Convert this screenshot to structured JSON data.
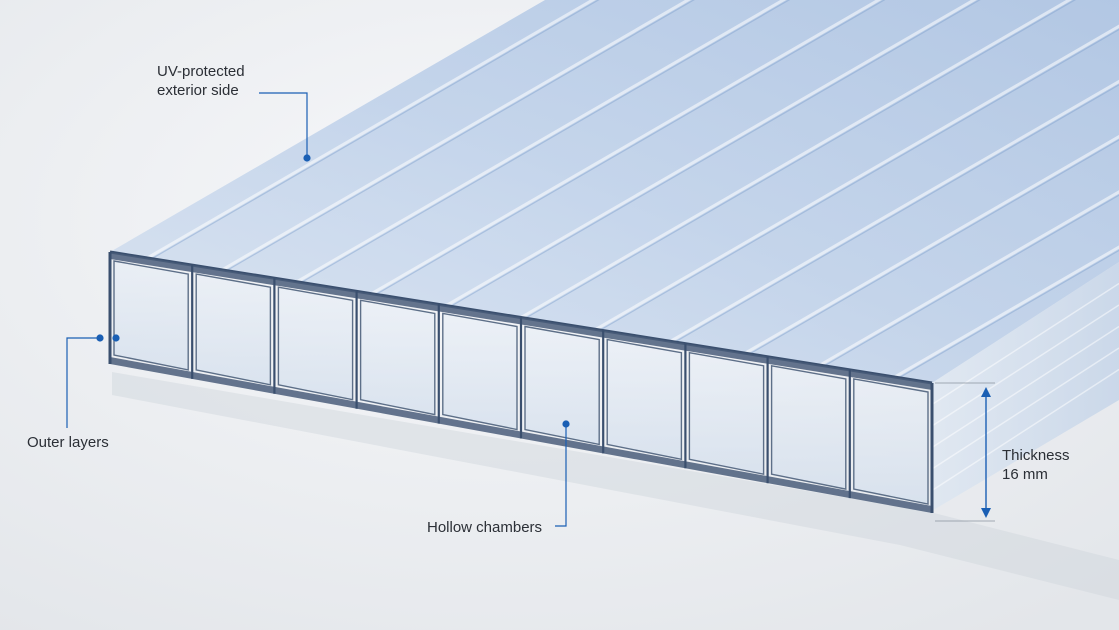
{
  "labels": {
    "uv_line1": "UV-protected",
    "uv_line2": "exterior side",
    "outer_layers": "Outer layers",
    "hollow_chambers": "Hollow chambers",
    "thickness_line1": "Thickness",
    "thickness_line2": "16 mm"
  },
  "colors": {
    "background": "#eef0f3",
    "sheet_tint": "#bcd0ea",
    "sheet_edge": "#3a4f6e",
    "callout": "#1a5fb4",
    "text": "#2b2f36"
  }
}
